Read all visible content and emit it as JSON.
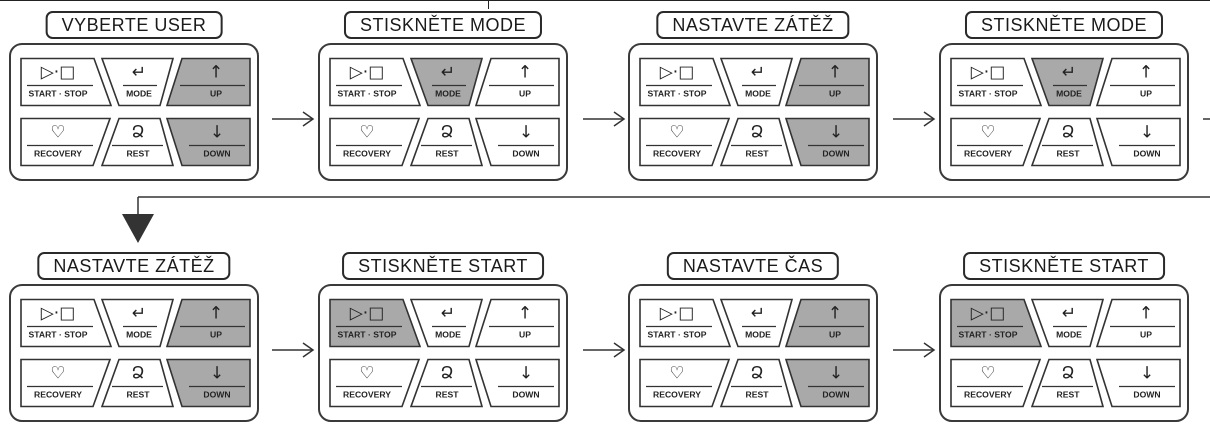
{
  "buttons": [
    {
      "id": "start-stop",
      "label": "START · STOP",
      "icon": "▷·□",
      "icon_name": "play-stop-icon"
    },
    {
      "id": "mode",
      "label": "MODE",
      "icon": "↵",
      "icon_name": "return-arrow-icon"
    },
    {
      "id": "up",
      "label": "UP",
      "icon": "↑",
      "icon_name": "up-arrow-icon"
    },
    {
      "id": "recovery",
      "label": "RECOVERY",
      "icon": "♡",
      "icon_name": "heart-pulse-icon"
    },
    {
      "id": "rest",
      "label": "REST",
      "icon": "Ձ",
      "icon_name": "rest-icon"
    },
    {
      "id": "down",
      "label": "DOWN",
      "icon": "↓",
      "icon_name": "down-arrow-icon"
    }
  ],
  "steps": [
    {
      "label": "VYBERTE USER",
      "highlight": [
        "up",
        "down"
      ]
    },
    {
      "label": "STISKNĚTE MODE",
      "highlight": [
        "mode"
      ]
    },
    {
      "label": "NASTAVTE ZÁTĚŽ",
      "highlight": [
        "up",
        "down"
      ]
    },
    {
      "label": "STISKNĚTE MODE",
      "highlight": [
        "mode"
      ]
    },
    {
      "label": "NASTAVTE ZÁTĚŽ",
      "highlight": [
        "up",
        "down"
      ]
    },
    {
      "label": "STISKNĚTE START",
      "highlight": [
        "start-stop"
      ]
    },
    {
      "label": "NASTAVTE ČAS",
      "highlight": [
        "up",
        "down"
      ]
    },
    {
      "label": "STISKNĚTE START",
      "highlight": [
        "start-stop"
      ]
    }
  ],
  "colors": {
    "highlight": "#a9a9a9",
    "line": "#333333"
  }
}
